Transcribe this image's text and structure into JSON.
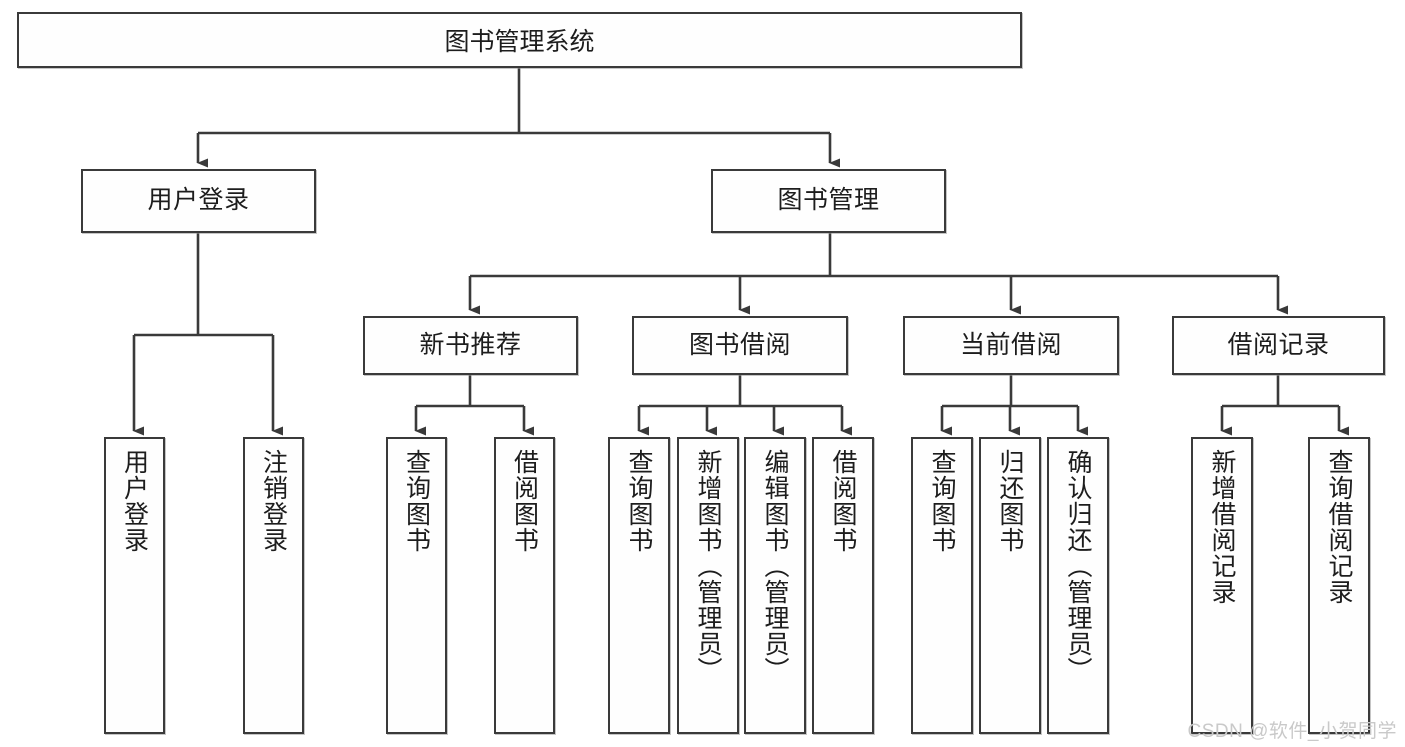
{
  "diagram": {
    "title": "图书管理系统",
    "watermark": "CSDN @软件_小贺同学",
    "line_color": "#3a3a3a",
    "box_fill": "#fefefe",
    "text_color": "#1d1d1d",
    "watermark_color": "#c9c9c9"
  },
  "root": {
    "label": "图书管理系统"
  },
  "level2": [
    {
      "label": "用户登录"
    },
    {
      "label": "图书管理"
    }
  ],
  "level3": [
    {
      "label": "新书推荐"
    },
    {
      "label": "图书借阅"
    },
    {
      "label": "当前借阅"
    },
    {
      "label": "借阅记录"
    }
  ],
  "leaves": {
    "user_login": [
      {
        "label": "用户登录"
      },
      {
        "label": "注销登录"
      }
    ],
    "new_book": [
      {
        "label": "查询图书"
      },
      {
        "label": "借阅图书"
      }
    ],
    "book_borrow": [
      {
        "label": "查询图书"
      },
      {
        "label": "新增图书（管理员）"
      },
      {
        "label": "编辑图书（管理员）"
      },
      {
        "label": "借阅图书"
      }
    ],
    "current_borrow": [
      {
        "label": "查询图书"
      },
      {
        "label": "归还图书"
      },
      {
        "label": "确认归还（管理员）"
      }
    ],
    "borrow_record": [
      {
        "label": "新增借阅记录"
      },
      {
        "label": "查询借阅记录"
      }
    ]
  }
}
